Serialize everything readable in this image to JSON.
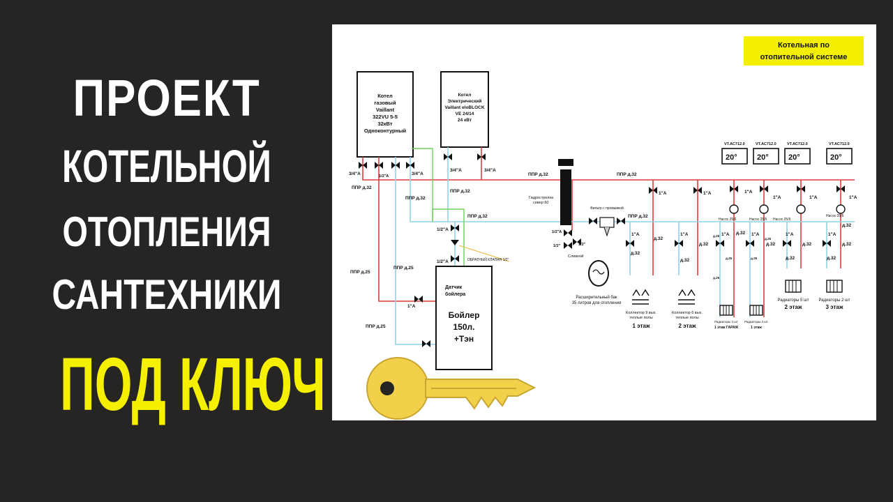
{
  "headline": {
    "line1": "ПРОЕКТ",
    "line2": "КОТЕЛЬНОЙ",
    "line3": "ОТОПЛЕНИЯ",
    "line4": "САНТЕХНИКИ",
    "line5": "ПОД КЛЮЧ"
  },
  "diagram": {
    "title_line1": "Котельная  по",
    "title_line2": "отопительной системе",
    "gas_boiler": [
      "Котел",
      "газовый",
      "Vaillant",
      "322VU 5-5",
      "32кВт",
      "Одноконтурный"
    ],
    "electric_boiler": [
      "Котел",
      "Электрический",
      "Vaillant eloBLOCK",
      "VE 24/14",
      "24 кВт"
    ],
    "boiler_tank": [
      "Бойлер",
      "150л.",
      "+Тэн"
    ],
    "boiler_sensor": [
      "Датчик",
      "бойлера"
    ],
    "hydro_arrow": [
      "Гидрострелка",
      "север 60"
    ],
    "filter_label": "Фильтр с промывкой",
    "check_valve": "ОБРАТНЫЙ КЛАПАН 1/2\"",
    "expansion_tank": [
      "Расширительный бак",
      "35 литров для отопления"
    ],
    "drain": "Сливной",
    "collector_floor1": [
      "Коллектор 9 вых.",
      "теплые полы"
    ],
    "collector_floor2": [
      "Коллектор 6 вых.",
      "теплые полы"
    ],
    "floor1": "1 этаж",
    "floor2": "2 этаж",
    "floor3": "3 этаж",
    "radiators_garage": [
      "Радиаторы 3 шт",
      "1 этаж ГАРАЖ"
    ],
    "radiators_floor1": [
      "Радиаторы 4 шт",
      "1 этаж"
    ],
    "radiators_floor2": "Радиаторы 5 шт",
    "radiators_floor3": "Радиаторы 2 шт",
    "thermostat": "VT.AC712.0",
    "thermostat_display": "20°",
    "pump": "Насос 25/6",
    "pipes": {
      "ppr32": "ППР д.32",
      "ppr25": "ППР д.25",
      "d32": "д.32",
      "d25": "д.25"
    },
    "valves": {
      "v34": "3/4\"А",
      "v12": "1/2\"А",
      "v1": "1\"А",
      "v12b": "1/2\""
    }
  },
  "colors": {
    "background": "#262524",
    "accent_yellow": "#f5f000",
    "supply": "#e03c3c",
    "return": "#8fd3e8",
    "signal": "#6cd05a",
    "key": "#f2d04a"
  }
}
